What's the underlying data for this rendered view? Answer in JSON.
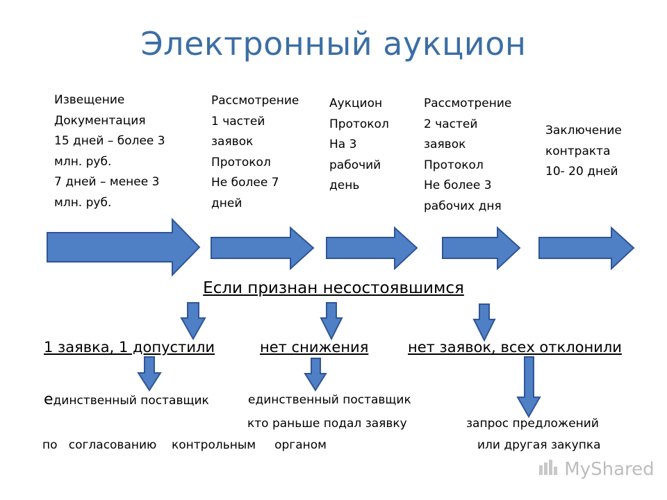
{
  "title": "Электронный аукцион",
  "stages": [
    {
      "text": "Извещение\nДокументация\n15 дней – более 3\nмлн. руб.\n7 дней – менее 3\nмлн. руб."
    },
    {
      "text": "Рассмотрение\n1 частей\nзаявок\nПротокол\nНе более 7\nдней"
    },
    {
      "text": "Аукцион\nПротокол\nНа 3\nрабочий\nдень"
    },
    {
      "text": "Рассмотрение\n2 частей\nзаявок\nПротокол\nНе более 3\nрабочих дня"
    },
    {
      "text": "Заключение\nконтракта\n10- 20 дней"
    }
  ],
  "failed": {
    "heading": "Если признан несостоявшимся",
    "cases": [
      {
        "label": "1 заявка, 1 допустили"
      },
      {
        "label": "нет снижения"
      },
      {
        "label": "нет заявок, всех отклонили"
      }
    ],
    "results": {
      "r1_first_letter": "е",
      "r1_rest": "динственный поставщик",
      "r2": "единственный поставщик",
      "r2_line2": "кто раньше подал заявку",
      "r3_line1": "запрос предложений",
      "r3_line2": "или другая закупка",
      "r1_line2": "по   согласованию    контрольным     органом"
    }
  },
  "watermark": {
    "text": "MyShared"
  },
  "colors": {
    "title": "#3b6ea5",
    "arrow_fill": "#4f7fc4",
    "arrow_stroke": "#2f5597",
    "watermark": "#bdbdbd"
  }
}
